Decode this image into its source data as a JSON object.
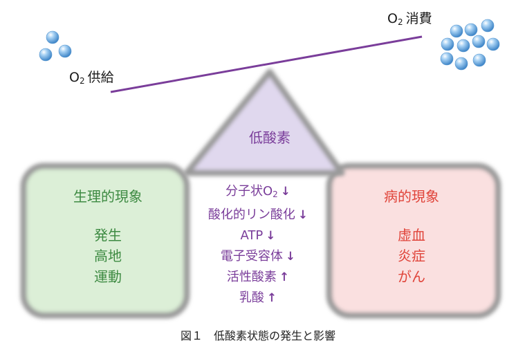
{
  "supply": {
    "text": "供給",
    "molecule_count": 3
  },
  "consumption": {
    "text": "消費",
    "molecule_count": 10
  },
  "oxygen": {
    "symbol": "O",
    "subscript": "2"
  },
  "triangle": {
    "label": "低酸素"
  },
  "physiological": {
    "title": "生理的現象",
    "items": [
      "発生",
      "高地",
      "運動"
    ]
  },
  "pathological": {
    "title": "病的現象",
    "items": [
      "虚血",
      "炎症",
      "がん"
    ]
  },
  "effects": [
    {
      "text": "分子状O",
      "sub": "2",
      "arrow": "↓"
    },
    {
      "text": "酸化的リン酸化",
      "sub": "",
      "arrow": "↓"
    },
    {
      "text": "ATP",
      "sub": "",
      "arrow": "↓"
    },
    {
      "text": "電子受容体",
      "sub": "",
      "arrow": "↓"
    },
    {
      "text": "活性酸素",
      "sub": "",
      "arrow": "↑"
    },
    {
      "text": "乳酸",
      "sub": "",
      "arrow": "↑"
    }
  ],
  "caption": "図１　低酸素状態の発生と影響",
  "colors": {
    "purple": "#7a3d9a",
    "green_text": "#3d8a42",
    "red_text": "#e0443a",
    "triangle_fill": "#e0d8ee",
    "green_fill": "#dcefd7",
    "red_fill": "#fae0e0",
    "border_gray": "#9a9a9a",
    "molecule": "#7fb6e6"
  }
}
